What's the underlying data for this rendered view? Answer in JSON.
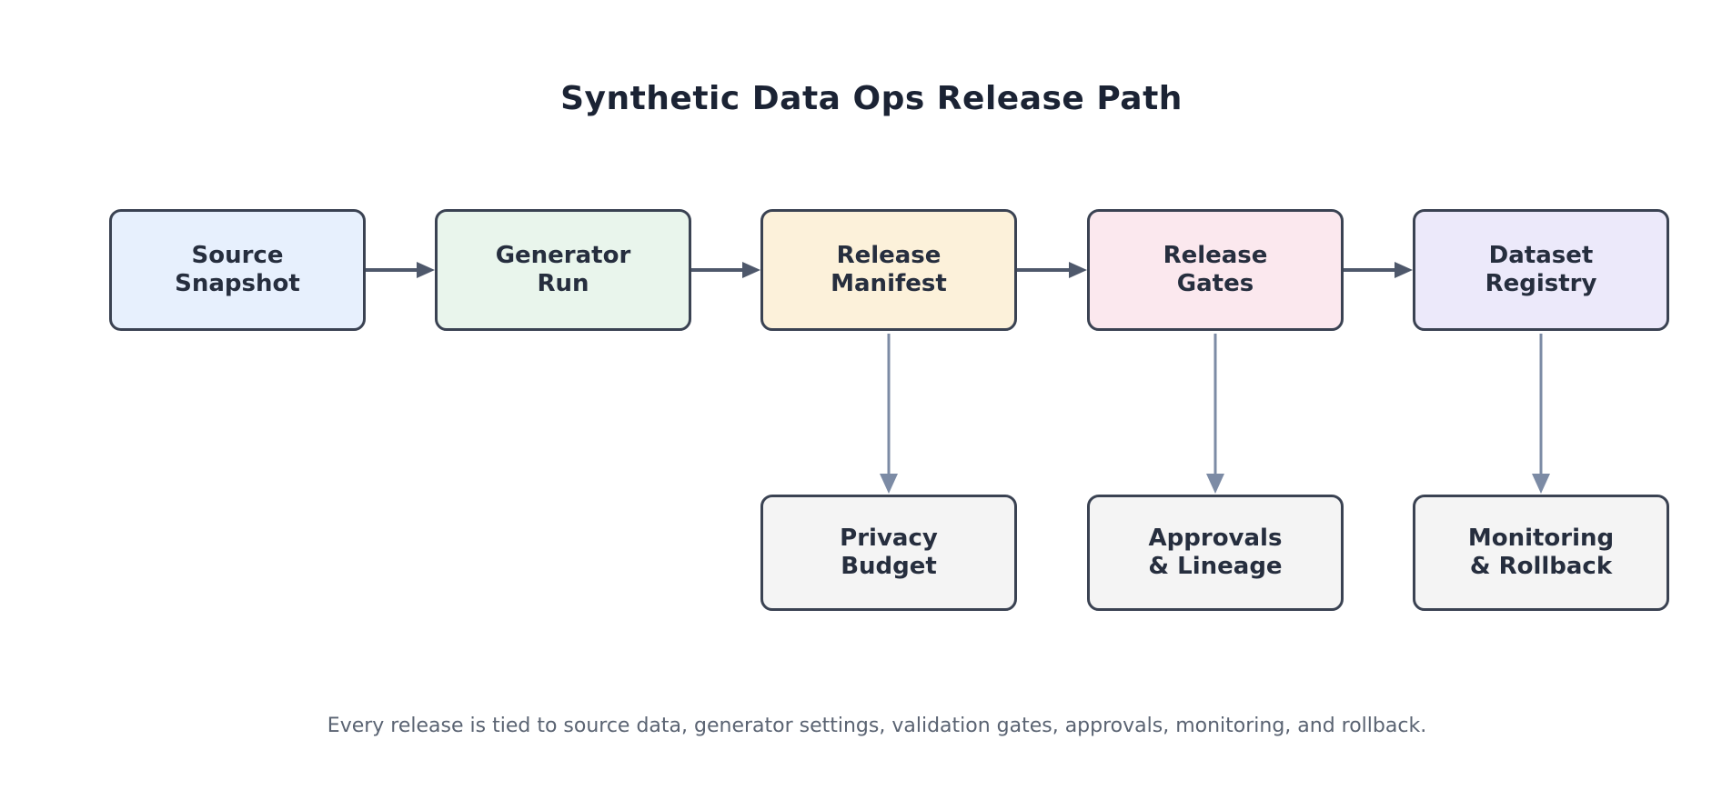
{
  "diagram": {
    "title": "Synthetic Data Ops Release Path",
    "caption": "Every release is tied to source data, generator settings, validation gates, approvals, monitoring, and rollback.",
    "nodes": [
      {
        "id": "source-snapshot",
        "label": "Source\nSnapshot",
        "fill": "#e7f0fd"
      },
      {
        "id": "generator-run",
        "label": "Generator\nRun",
        "fill": "#e9f5ec"
      },
      {
        "id": "release-manifest",
        "label": "Release\nManifest",
        "fill": "#fcf1da"
      },
      {
        "id": "release-gates",
        "label": "Release\nGates",
        "fill": "#fbe8ee"
      },
      {
        "id": "dataset-registry",
        "label": "Dataset\nRegistry",
        "fill": "#ece9fa"
      },
      {
        "id": "privacy-budget",
        "label": "Privacy\nBudget",
        "fill": "#f4f4f4"
      },
      {
        "id": "approvals-lineage",
        "label": "Approvals\n& Lineage",
        "fill": "#f4f4f4"
      },
      {
        "id": "monitoring-rollback",
        "label": "Monitoring\n& Rollback",
        "fill": "#f4f4f4"
      }
    ],
    "edges": [
      {
        "from": "source-snapshot",
        "to": "generator-run",
        "direction": "right"
      },
      {
        "from": "generator-run",
        "to": "release-manifest",
        "direction": "right"
      },
      {
        "from": "release-manifest",
        "to": "release-gates",
        "direction": "right"
      },
      {
        "from": "release-gates",
        "to": "dataset-registry",
        "direction": "right"
      },
      {
        "from": "release-manifest",
        "to": "privacy-budget",
        "direction": "down"
      },
      {
        "from": "release-gates",
        "to": "approvals-lineage",
        "direction": "down"
      },
      {
        "from": "dataset-registry",
        "to": "monitoring-rollback",
        "direction": "down"
      }
    ],
    "colors": {
      "background": "#ffffff",
      "node_border": "#3a4252",
      "node_text": "#262e3e",
      "title_text": "#1b2334",
      "caption_text": "#5a6372",
      "arrow_horizontal": "#4e586b",
      "arrow_vertical": "#7c8ba5"
    }
  }
}
